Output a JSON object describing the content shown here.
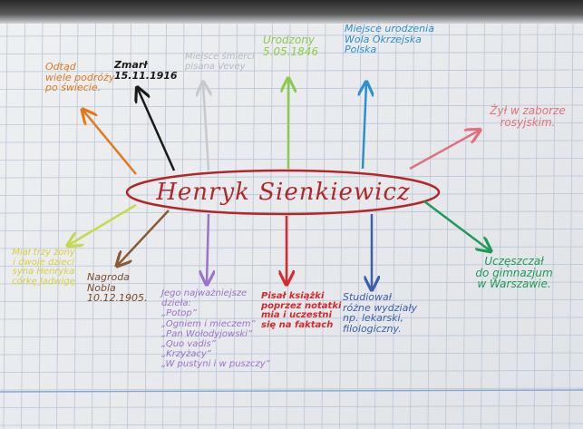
{
  "mind_map": {
    "center": "Henryk Sienkiewicz",
    "branches": [
      {
        "text": "Odtąd\nwiele podróży\npo świecie.",
        "color": "#e2791c"
      },
      {
        "text": "Zmarł\n15.11.1916",
        "color": "#1a1a1a"
      },
      {
        "text": "Miejsce śmierci\npisana Vevey",
        "color": "#b8b8bf"
      },
      {
        "text": "Urodzony\n5.05.1846",
        "color": "#8ccc4c"
      },
      {
        "text": "Miejsce urodzenia\nWola Okrzejska\nPolska",
        "color": "#2b8fd0"
      },
      {
        "text": "Żył w zaborze\nrosyjskim.",
        "color": "#e0707e"
      },
      {
        "text": "Uczęszczał\ndo gimnazjum\nw Warszawie.",
        "color": "#1f9a5a"
      },
      {
        "text": "Studiował\nróżne wydziały\nnp. lekarski,\nfilologiczny.",
        "color": "#3b5fa8"
      },
      {
        "text": "Pisał książki\npoprzez notatki\nmia i uczestni\nsię na faktach",
        "color": "#d8282a"
      },
      {
        "text": "Jego najważniejsze\ndzieła:\n„Potop”\n„Ogniem i mieczem”\n„Pan Wołodyjowski”\n„Quo vadis”\n„Krzyżacy”\n„W pustyni i w puszczy”",
        "color": "#9a72c8"
      },
      {
        "text": "Nagroda\nNobla\n10.12.1905.",
        "color": "#7a4a28"
      },
      {
        "text": "Miał trzy żony\ni dwoje dzieci\nsyna Henryka\ncórkę Jadwigę",
        "color": "#d9cf3a"
      }
    ]
  }
}
